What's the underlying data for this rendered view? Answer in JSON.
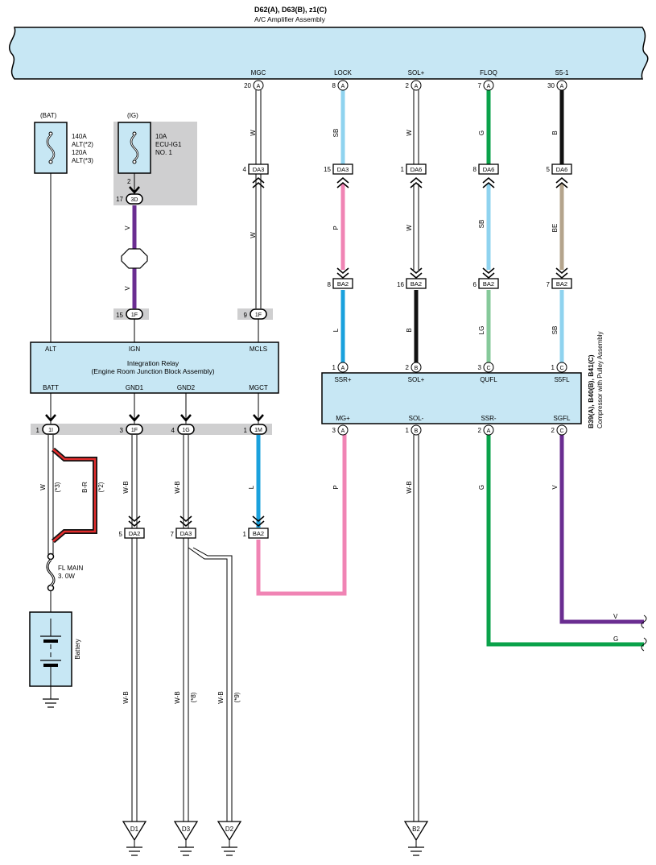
{
  "header": {
    "codes": "D62(A), D63(B), z1(C)",
    "name": "A/C Amplifier Assembly"
  },
  "amp_pins": [
    {
      "name": "MGC",
      "num": "20",
      "conn": "A"
    },
    {
      "name": "LOCK",
      "num": "8",
      "conn": "A"
    },
    {
      "name": "SOL+",
      "num": "2",
      "conn": "A"
    },
    {
      "name": "FLOQ",
      "num": "7",
      "conn": "A"
    },
    {
      "name": "S5-1",
      "num": "30",
      "conn": "A"
    }
  ],
  "bat": {
    "label": "(BAT)",
    "rating_lines": [
      "140A",
      "ALT(*2)",
      "120A",
      "ALT(*3)"
    ]
  },
  "ig": {
    "label": "(IG)",
    "rating_lines": [
      "10A",
      "ECU-IG1",
      "NO. 1"
    ],
    "pin": "2",
    "conn_num": "17",
    "conn": "3D"
  },
  "wire_colors_top": [
    "W",
    "SB",
    "W",
    "G",
    "B"
  ],
  "junction_top": [
    {
      "num": "4",
      "conn": "DA3"
    },
    {
      "num": "15",
      "conn": "DA3"
    },
    {
      "num": "1",
      "conn": "DA6"
    },
    {
      "num": "8",
      "conn": "DA6"
    },
    {
      "num": "5",
      "conn": "DA6"
    }
  ],
  "wire_colors_mid": [
    "W",
    "P",
    "W",
    "SB",
    "BE"
  ],
  "junction_mid": [
    {
      "num": "8",
      "conn": "BA2"
    },
    {
      "num": "16",
      "conn": "BA2"
    },
    {
      "num": "6",
      "conn": "BA2"
    },
    {
      "num": "7",
      "conn": "BA2"
    }
  ],
  "ig_wire_colors": [
    "V",
    "V"
  ],
  "wire_colors_comp_in": [
    "L",
    "B",
    "LG",
    "SB"
  ],
  "relay_in_conn": [
    {
      "num": "15",
      "conn": "1F"
    },
    {
      "num": "9",
      "conn": "1F"
    }
  ],
  "relay": {
    "title_lines": [
      "Integration Relay",
      "(Engine Room Junction Block Assembly)"
    ],
    "top_pins": [
      "ALT",
      "IGN",
      "MCLS"
    ],
    "bottom_pins": [
      "BATT",
      "GND1",
      "GND2",
      "MGCT"
    ]
  },
  "relay_out_conn": [
    {
      "num": "1",
      "conn": "1I"
    },
    {
      "num": "3",
      "conn": "1F"
    },
    {
      "num": "4",
      "conn": "1G"
    },
    {
      "num": "1",
      "conn": "1M"
    }
  ],
  "compressor": {
    "codes": "B39(A), B40(B), B41(C)",
    "name": "Compressor with Pulley Assembly",
    "top_pins": [
      {
        "name": "SSR+",
        "num": "1",
        "conn": "A"
      },
      {
        "name": "SOL+",
        "num": "2",
        "conn": "B"
      },
      {
        "name": "QUFL",
        "num": "3",
        "conn": "C"
      },
      {
        "name": "S5FL",
        "num": "1",
        "conn": "C"
      }
    ],
    "bottom_pins": [
      {
        "name": "MG+",
        "num": "3",
        "conn": "A"
      },
      {
        "name": "SOL-",
        "num": "1",
        "conn": "B"
      },
      {
        "name": "SSR-",
        "num": "2",
        "conn": "A"
      },
      {
        "name": "SGFL",
        "num": "2",
        "conn": "C"
      }
    ]
  },
  "lower_wire_colors": {
    "batt": "W",
    "batt_alt_note": "(*3)",
    "batt_br": "B-R",
    "batt_br_note": "(*2)",
    "gnd1": "W-B",
    "gnd2": "W-B",
    "mgct": "L",
    "mg_plus": "P",
    "sol_minus": "W-B",
    "ssr_minus": "G",
    "sgfl": "V"
  },
  "lower_junction": [
    {
      "num": "5",
      "conn": "DA2"
    },
    {
      "num": "7",
      "conn": "DA3"
    },
    {
      "num": "1",
      "conn": "BA2"
    }
  ],
  "fl_main": [
    "FL MAIN",
    "3. 0W"
  ],
  "battery_label": "Battery",
  "bottom_wire_labels": [
    "W-B",
    "W-B",
    "(*8)",
    "W-B",
    "(*9)"
  ],
  "grounds": [
    "D1",
    "D3",
    "D2",
    "B2"
  ],
  "exit_labels": {
    "v": "V",
    "g": "G"
  },
  "colors": {
    "panel": "#c7e7f4",
    "gray": "#cfcfd0",
    "violet": "#6a2d91",
    "sky_blue": "#8fd3ef",
    "blue": "#1aa1dd",
    "green": "#0aa24a",
    "light_green": "#86c99a",
    "pink": "#f084b4",
    "beige": "#b4a48c",
    "black": "#111111",
    "red": "#e32d2d"
  }
}
